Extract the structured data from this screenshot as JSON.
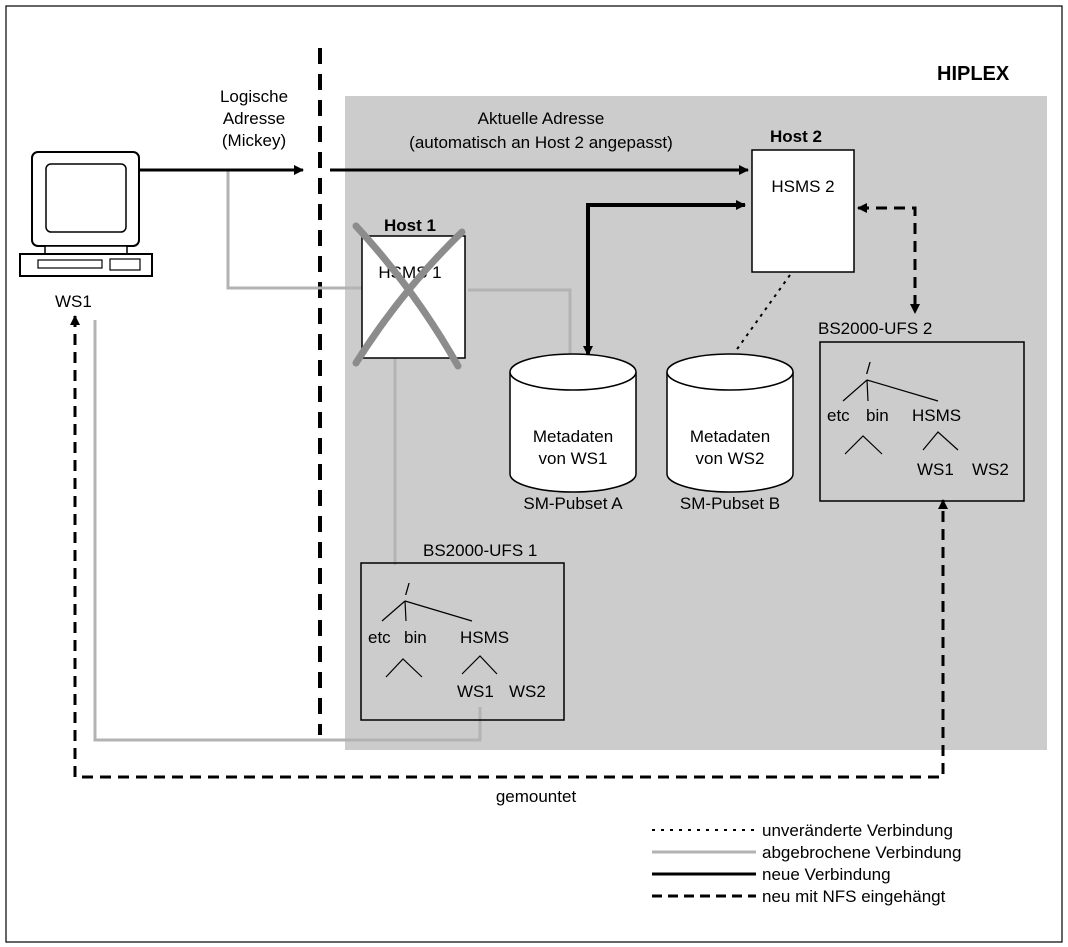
{
  "hiplex_label": "HIPLEX",
  "logical_address": {
    "line1": "Logische",
    "line2": "Adresse",
    "line3": "(Mickey)"
  },
  "current_address": {
    "line1": "Aktuelle Adresse",
    "line2": "(automatisch an Host 2 angepasst)"
  },
  "host1": {
    "title": "Host 1",
    "system": "HSMS 1"
  },
  "host2": {
    "title": "Host 2",
    "system": "HSMS 2"
  },
  "workstation": {
    "label": "WS1"
  },
  "pubset_a": {
    "line1": "Metadaten",
    "line2": "von WS1",
    "caption": "SM-Pubset A"
  },
  "pubset_b": {
    "line1": "Metadaten",
    "line2": "von WS2",
    "caption": "SM-Pubset B"
  },
  "ufs1": {
    "title": "BS2000-UFS 1",
    "root": "/",
    "etc": "etc",
    "bin": "bin",
    "hsms": "HSMS",
    "ws1": "WS1",
    "ws2": "WS2"
  },
  "ufs2": {
    "title": "BS2000-UFS 2",
    "root": "/",
    "etc": "etc",
    "bin": "bin",
    "hsms": "HSMS",
    "ws1": "WS1",
    "ws2": "WS2"
  },
  "mounted_label": "gemountet",
  "legend": {
    "unchanged": "unveränderte Verbindung",
    "broken": "abgebrochene Verbindung",
    "new": "neue Verbindung",
    "nfs": "neu mit NFS eingehängt"
  },
  "colors": {
    "hiplex_area": "#cccccc",
    "broken_line": "#b3b3b3",
    "cross": "#8c8c8c"
  }
}
